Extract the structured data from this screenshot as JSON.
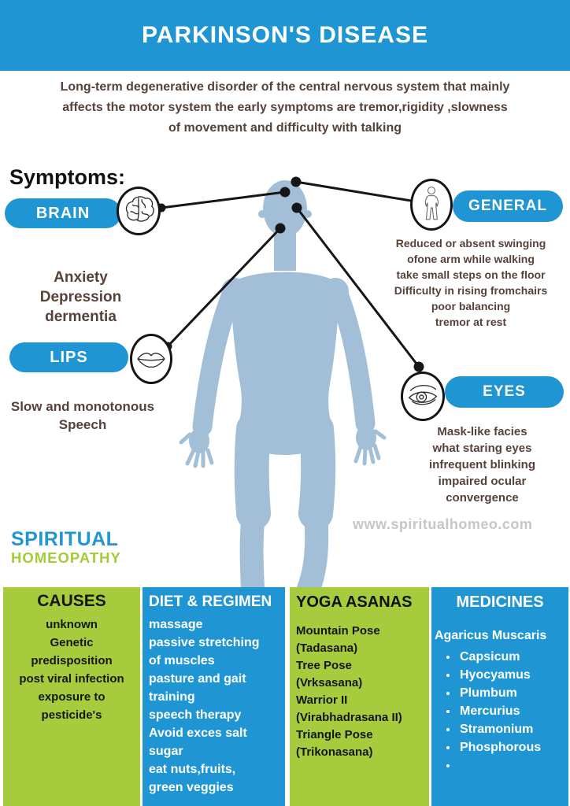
{
  "header": {
    "title": "PARKINSON'S DISEASE"
  },
  "description": "Long-term degenerative disorder of the central nervous system that mainly\naffects the motor system the early symptoms are tremor,rigidity ,slowness\nof movement and difficulty with talking",
  "symptoms": {
    "heading": "Symptoms:",
    "items": [
      {
        "label": "BRAIN",
        "icon": "brain-icon",
        "notes": "Anxiety\nDepression\ndermentia"
      },
      {
        "label": "LIPS",
        "icon": "lips-icon",
        "notes": "Slow and monotonous\nSpeech"
      },
      {
        "label": "GENERAL",
        "icon": "person-icon",
        "notes": "Reduced or absent swinging\nofone arm while walking\ntake small steps on the floor\nDifficulty in rising fromchairs\npoor balancing\ntremor at rest"
      },
      {
        "label": "EYES",
        "icon": "eye-icon",
        "notes": "Mask-like facies\nwhat staring eyes\ninfrequent blinking\nimpaired ocular\nconvergence"
      }
    ]
  },
  "watermark": "www.spiritualhomeo.com",
  "logo": {
    "line1": "SPIRITUAL",
    "line2": "HOMEOPATHY"
  },
  "sections": {
    "causes": {
      "title": "CAUSES",
      "body": "unknown\nGenetic\npredisposition\npost viral infection\nexposure to\npesticide's"
    },
    "diet": {
      "title": "DIET & REGIMEN",
      "body": "massage\npassive stretching\nof muscles\npasture and gait\ntraining\nspeech therapy\nAvoid exces salt\nsugar\neat nuts,fruits,\ngreen veggies"
    },
    "yoga": {
      "title": "YOGA ASANAS",
      "body": "Mountain Pose\n(Tadasana)\nTree Pose\n(Vrksasana)\nWarrior II\n(Virabhadrasana II)\nTriangle Pose\n(Trikonasana)"
    },
    "medicines": {
      "title": "MEDICINES",
      "lead": "Agaricus Muscaris",
      "items": [
        "Capsicum",
        "Hyocyamus",
        "Plumbum",
        "Mercurius",
        "Stramonium",
        "Phosphorous",
        ""
      ]
    }
  },
  "colors": {
    "accent_blue": "#1f96d3",
    "accent_green": "#a6cb3d",
    "text_brown": "#564239",
    "silhouette_blue": "#a3bfd7",
    "watermark_gray": "#c6c6c6"
  }
}
